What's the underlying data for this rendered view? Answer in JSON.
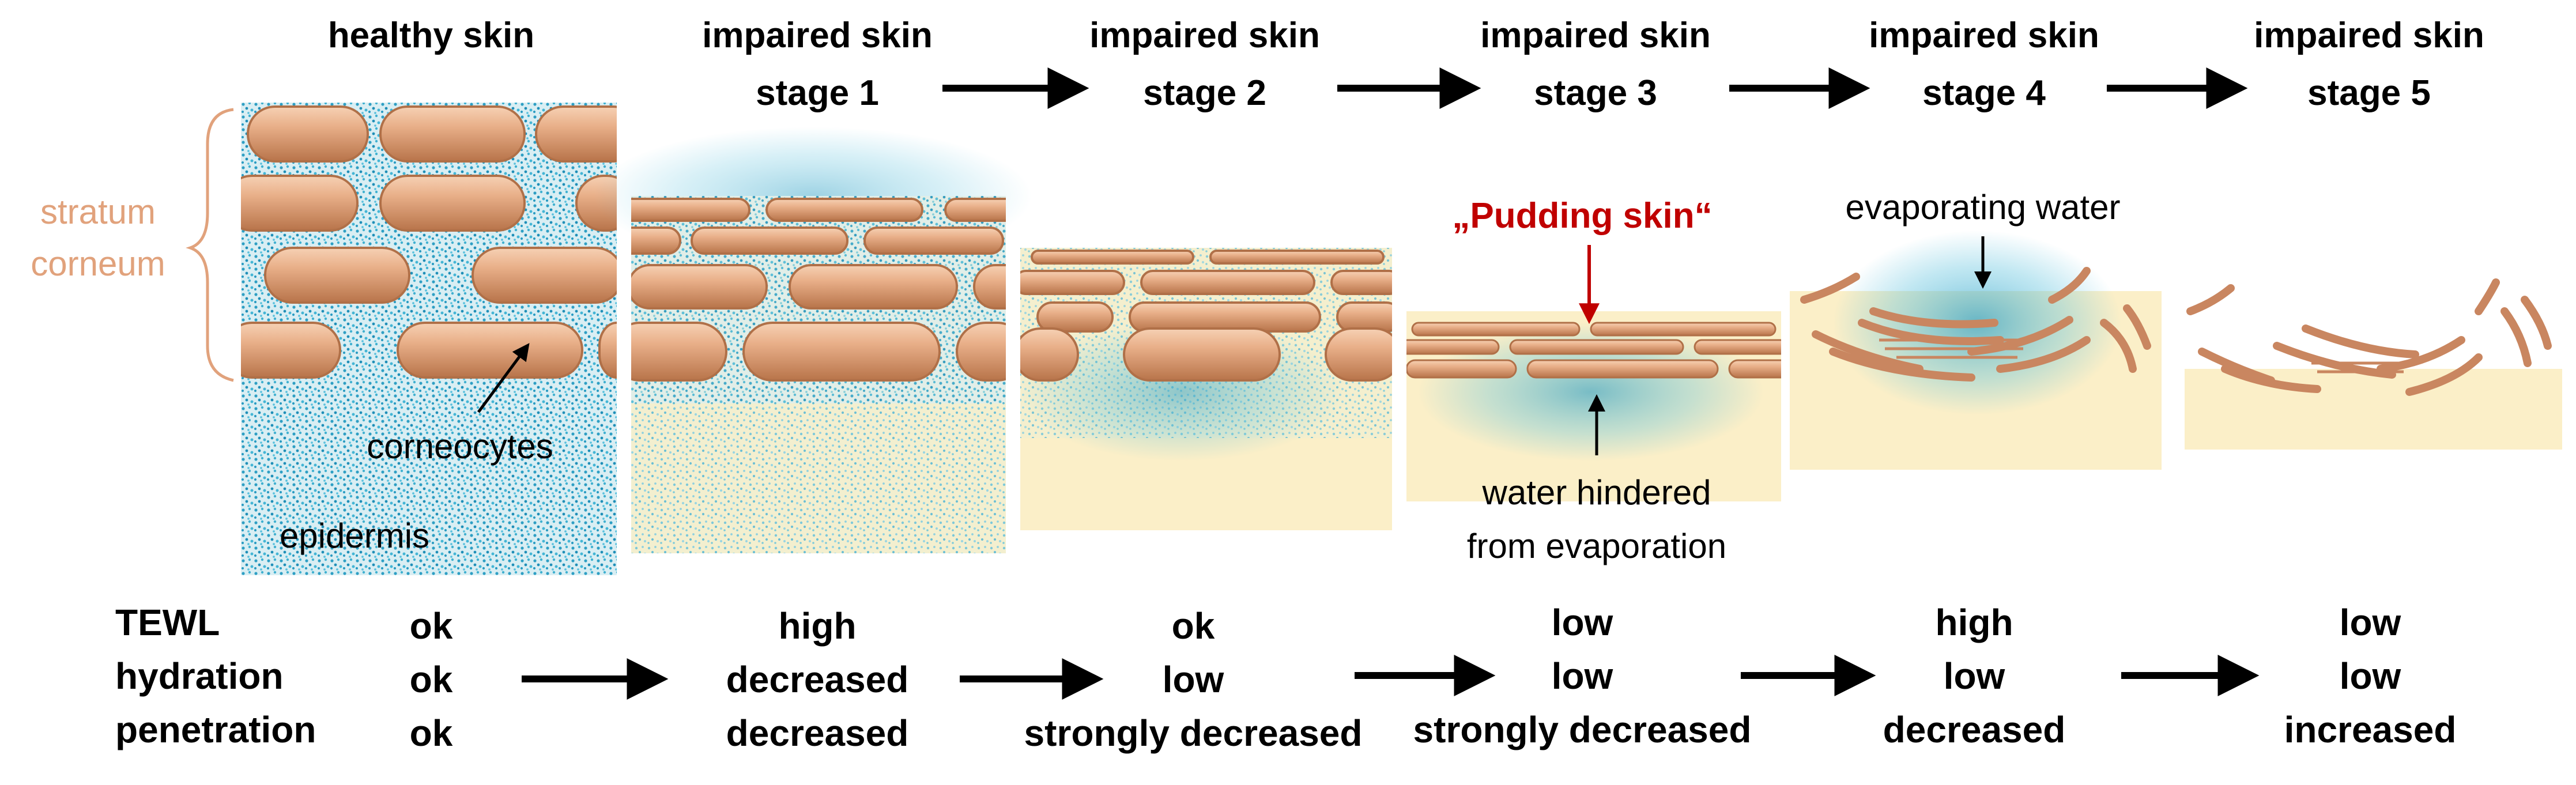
{
  "stages": [
    {
      "title": [
        "healthy skin",
        ""
      ]
    },
    {
      "title": [
        "impaired skin",
        "stage 1"
      ]
    },
    {
      "title": [
        "impaired skin",
        "stage 2"
      ]
    },
    {
      "title": [
        "impaired skin",
        "stage 3"
      ]
    },
    {
      "title": [
        "impaired skin",
        "stage 4"
      ]
    },
    {
      "title": [
        "impaired skin",
        "stage 5"
      ]
    }
  ],
  "annotations": {
    "stratum_corneum": [
      "stratum",
      "corneum"
    ],
    "corneocytes": "corneocytes",
    "epidermis": "epidermis",
    "pudding_skin": "„Pudding skin“",
    "water_hindered": [
      "water hindered",
      "from evaporation"
    ],
    "evaporating_water": "evaporating water"
  },
  "table": {
    "row_labels": [
      "TEWL",
      "hydration",
      "penetration"
    ],
    "columns": [
      [
        "ok",
        "ok",
        "ok"
      ],
      [
        "high",
        "decreased",
        "decreased"
      ],
      [
        "ok",
        "low",
        "strongly decreased"
      ],
      [
        "low",
        "low",
        "strongly decreased"
      ],
      [
        "high",
        "low",
        "decreased"
      ],
      [
        "low",
        "low",
        "increased"
      ]
    ]
  },
  "colors": {
    "corneocyte": "#E1A27C",
    "corneocyte_dark": "#B8744A",
    "water_blue": "#4FB8D8",
    "cream": "#FBEFC8",
    "accent_red": "#C00000",
    "label_orange": "#E1A27C"
  }
}
